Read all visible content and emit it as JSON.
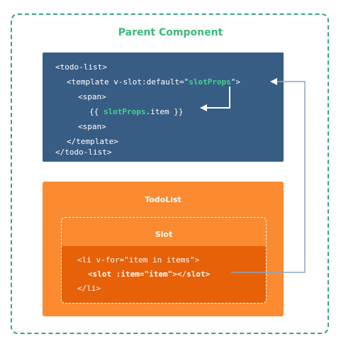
{
  "parent": {
    "title": "Parent Component",
    "code_lines": [
      "<todo-list>",
      "<template v-slot:default=\"",
      "slotProps",
      "\">",
      "<span>",
      "{{ ",
      "slotProps",
      ".item }}",
      "<span>",
      "</template>",
      "</todo-list>"
    ]
  },
  "todolist": {
    "title": "TodoList",
    "slot": {
      "title": "Slot",
      "code_lines": [
        "<li v-for=\"item in items\">",
        "<slot :item=\"item\"></slot>",
        "</li>"
      ]
    }
  },
  "colors": {
    "outline": "#3aa674",
    "code_bg": "#385d84",
    "accent_green": "#42d392",
    "todolist_bg": "#fb8a30",
    "slot_content_bg": "#e76108",
    "connector": "#8aa6c2"
  }
}
